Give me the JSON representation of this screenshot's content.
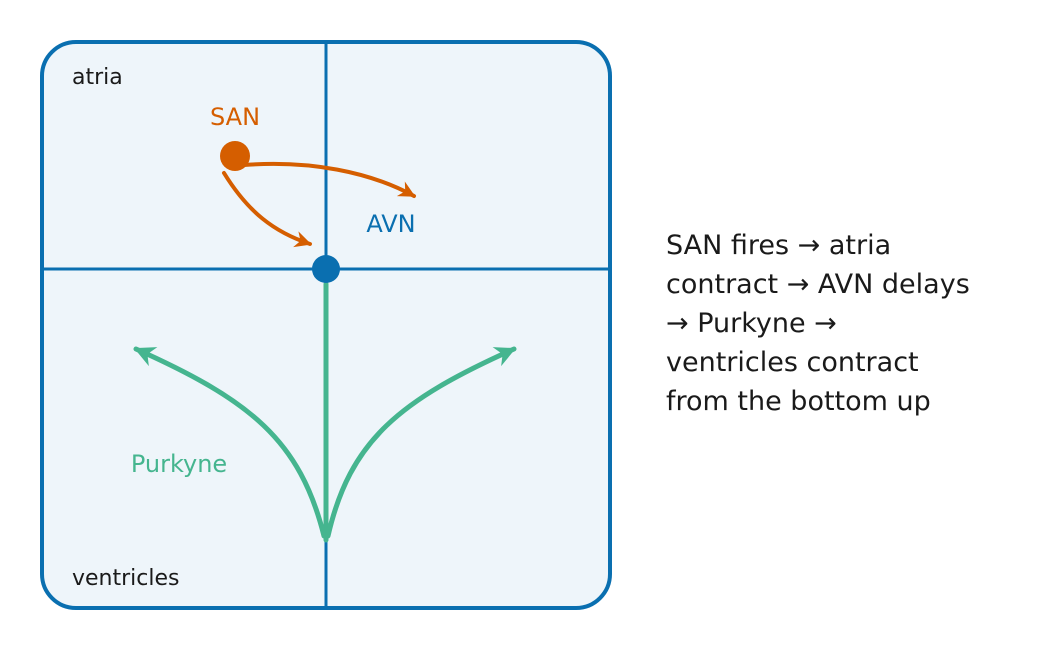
{
  "colors": {
    "frame": "#0a6fb0",
    "fill": "#eef5fa",
    "san": "#d55e00",
    "avn": "#0a6fb0",
    "purkyne": "#45b58f",
    "text": "#1a1a1a"
  },
  "regions": {
    "atria_label": "atria",
    "ventricles_label": "ventricles"
  },
  "nodes": {
    "san_label": "SAN",
    "avn_label": "AVN",
    "purkyne_label": "Purkyne"
  },
  "caption": {
    "lines": [
      "SAN fires → atria",
      "contract → AVN delays",
      "→ Purkyne →",
      "ventricles contract",
      "from the bottom up"
    ]
  }
}
